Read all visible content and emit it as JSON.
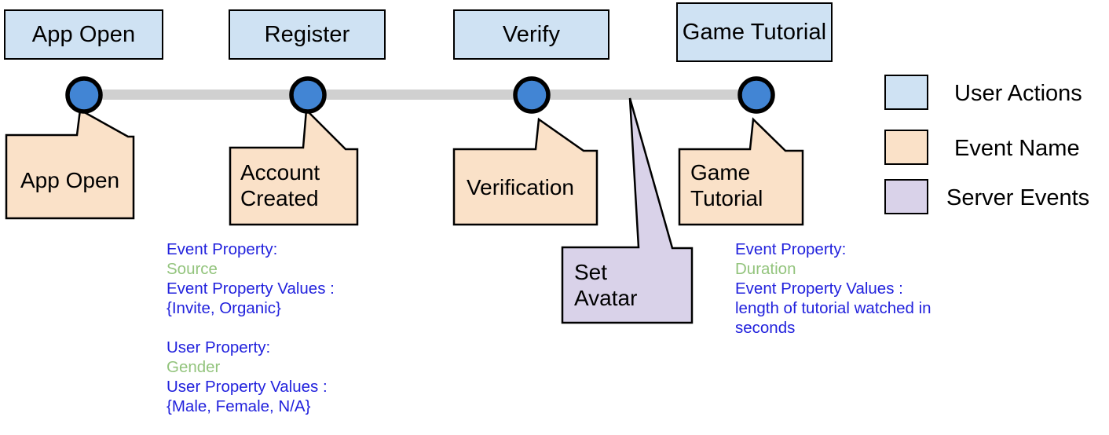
{
  "diagram": {
    "title_present": false,
    "colors": {
      "user_action_fill": "#cfe2f3",
      "event_name_fill": "#fae1c8",
      "server_event_fill": "#d9d2e9",
      "node_fill": "#4285d4",
      "node_stroke": "#000000",
      "timeline_bar": "#d0d0d0",
      "annotation_blue": "#2222dd",
      "annotation_green": "#93c47d",
      "outline": "#000000"
    },
    "stages": [
      {
        "id": "app-open",
        "label": "App Open"
      },
      {
        "id": "register",
        "label": "Register"
      },
      {
        "id": "verify",
        "label": "Verify"
      },
      {
        "id": "game-tutorial",
        "label": "Game\nTutorial"
      }
    ],
    "events": [
      {
        "id": "app-open-event",
        "label": "App Open",
        "type": "event-name"
      },
      {
        "id": "account-created",
        "label": "Account\nCreated",
        "type": "event-name"
      },
      {
        "id": "verification",
        "label": "Verification",
        "type": "event-name"
      },
      {
        "id": "game-tutorial-event",
        "label": "Game\nTutorial",
        "type": "event-name"
      },
      {
        "id": "set-avatar",
        "label": "Set\nAvatar",
        "type": "server-event"
      }
    ],
    "legend": [
      {
        "id": "user-actions",
        "label": "User Actions",
        "color": "#cfe2f3"
      },
      {
        "id": "event-name",
        "label": "Event Name",
        "color": "#fae1c8"
      },
      {
        "id": "server-events",
        "label": "Server Events",
        "color": "#d9d2e9"
      }
    ],
    "annotations": {
      "register": {
        "event_property_label": "Event Property:",
        "event_property_name": "Source",
        "event_property_values_label": "Event Property Values :",
        "event_property_values": "{Invite, Organic}",
        "user_property_label": "User Property:",
        "user_property_name": "Gender",
        "user_property_values_label": "User Property Values :",
        "user_property_values": "{Male, Female, N/A}"
      },
      "game_tutorial": {
        "event_property_label": "Event Property:",
        "event_property_name": "Duration",
        "event_property_values_label": "Event Property Values :",
        "event_property_values_line1": "length of tutorial watched in",
        "event_property_values_line2": "seconds"
      }
    }
  }
}
